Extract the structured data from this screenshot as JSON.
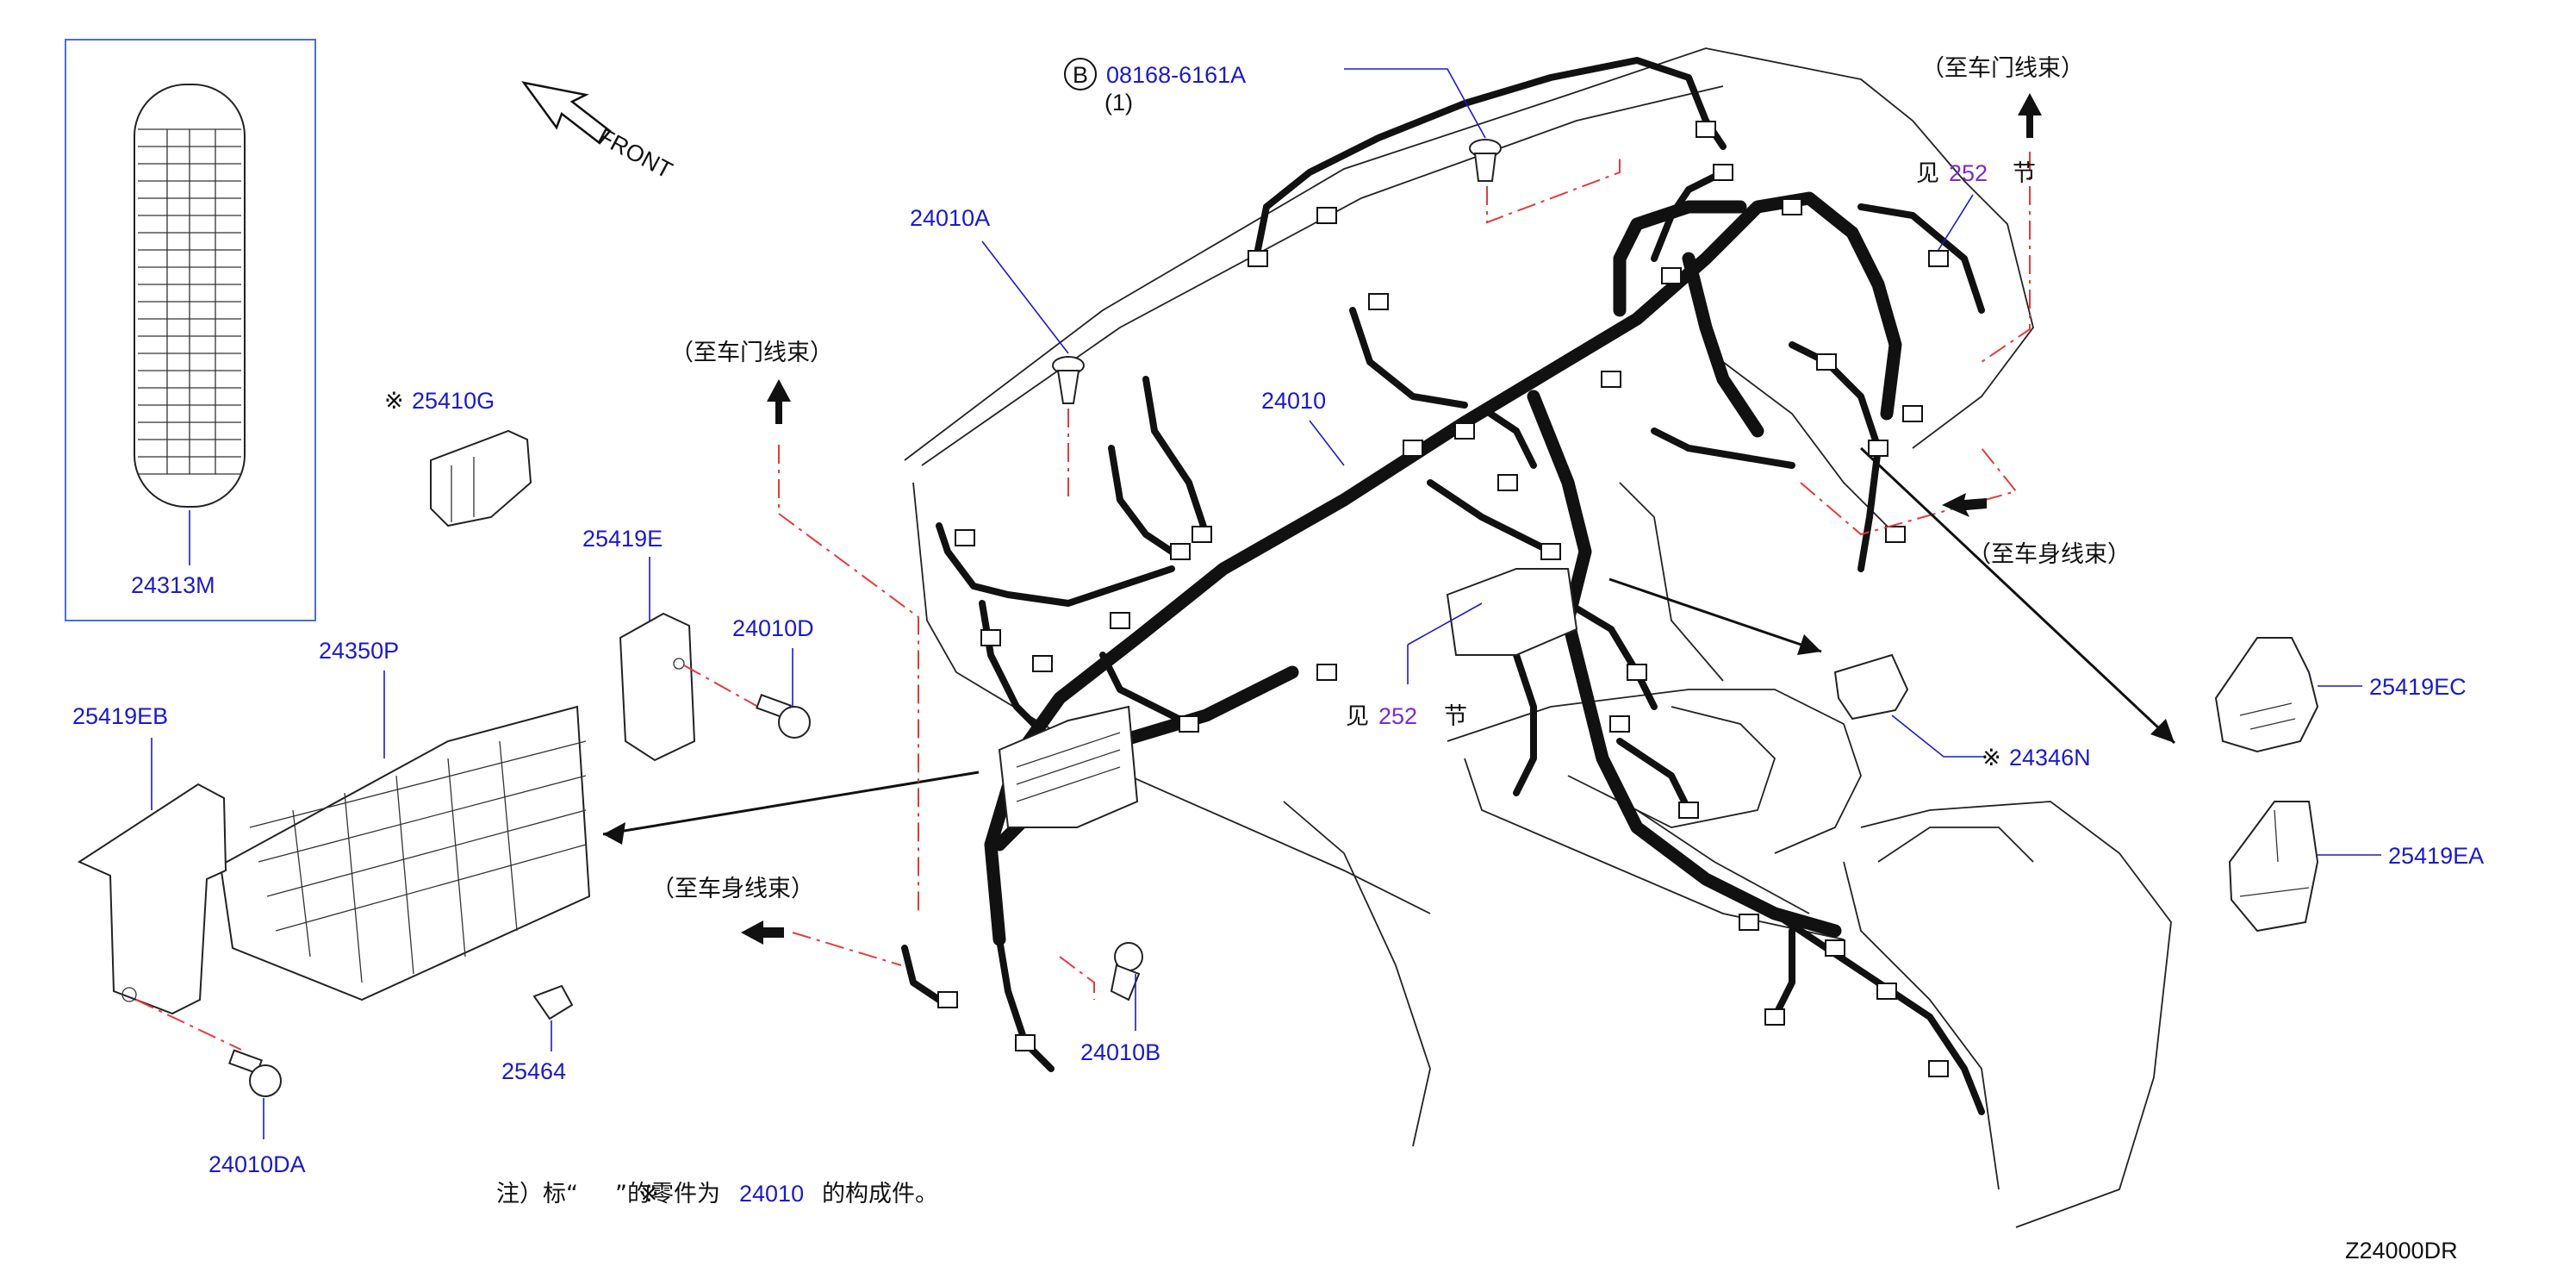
{
  "front_label": "FRONT",
  "diagram_code": "Z24000DR",
  "callouts": {
    "p24313M": "24313M",
    "p25410G_mark": "※",
    "p25410G": "25410G",
    "p25419E": "25419E",
    "p24010D": "24010D",
    "p24350P": "24350P",
    "p25419EB": "25419EB",
    "p25464": "25464",
    "p24010DA": "24010DA",
    "p24010A": "24010A",
    "p24010": "24010",
    "p24010B": "24010B",
    "p08168": "08168-6161A",
    "p08168_circle": "B",
    "p08168_qty": "(1)",
    "p24346N_mark": "※",
    "p24346N": "24346N",
    "p25419EC": "25419EC",
    "p25419EA": "25419EA"
  },
  "notes": {
    "door_harness_left": "（至车门线束）",
    "door_harness_right": "（至车门线束）",
    "body_harness_left": "（至车身线束）",
    "body_harness_right": "（至车身线束）",
    "see_prefix_1": "见",
    "see_num_1": "252",
    "see_suffix_1": "节",
    "see_prefix_2": "见",
    "see_num_2": "252",
    "see_suffix_2": "节",
    "footnote_pre": "注）标“",
    "footnote_mark": "※",
    "footnote_mid": "”的零件为",
    "footnote_num": "24010",
    "footnote_post": "的构成件。"
  }
}
